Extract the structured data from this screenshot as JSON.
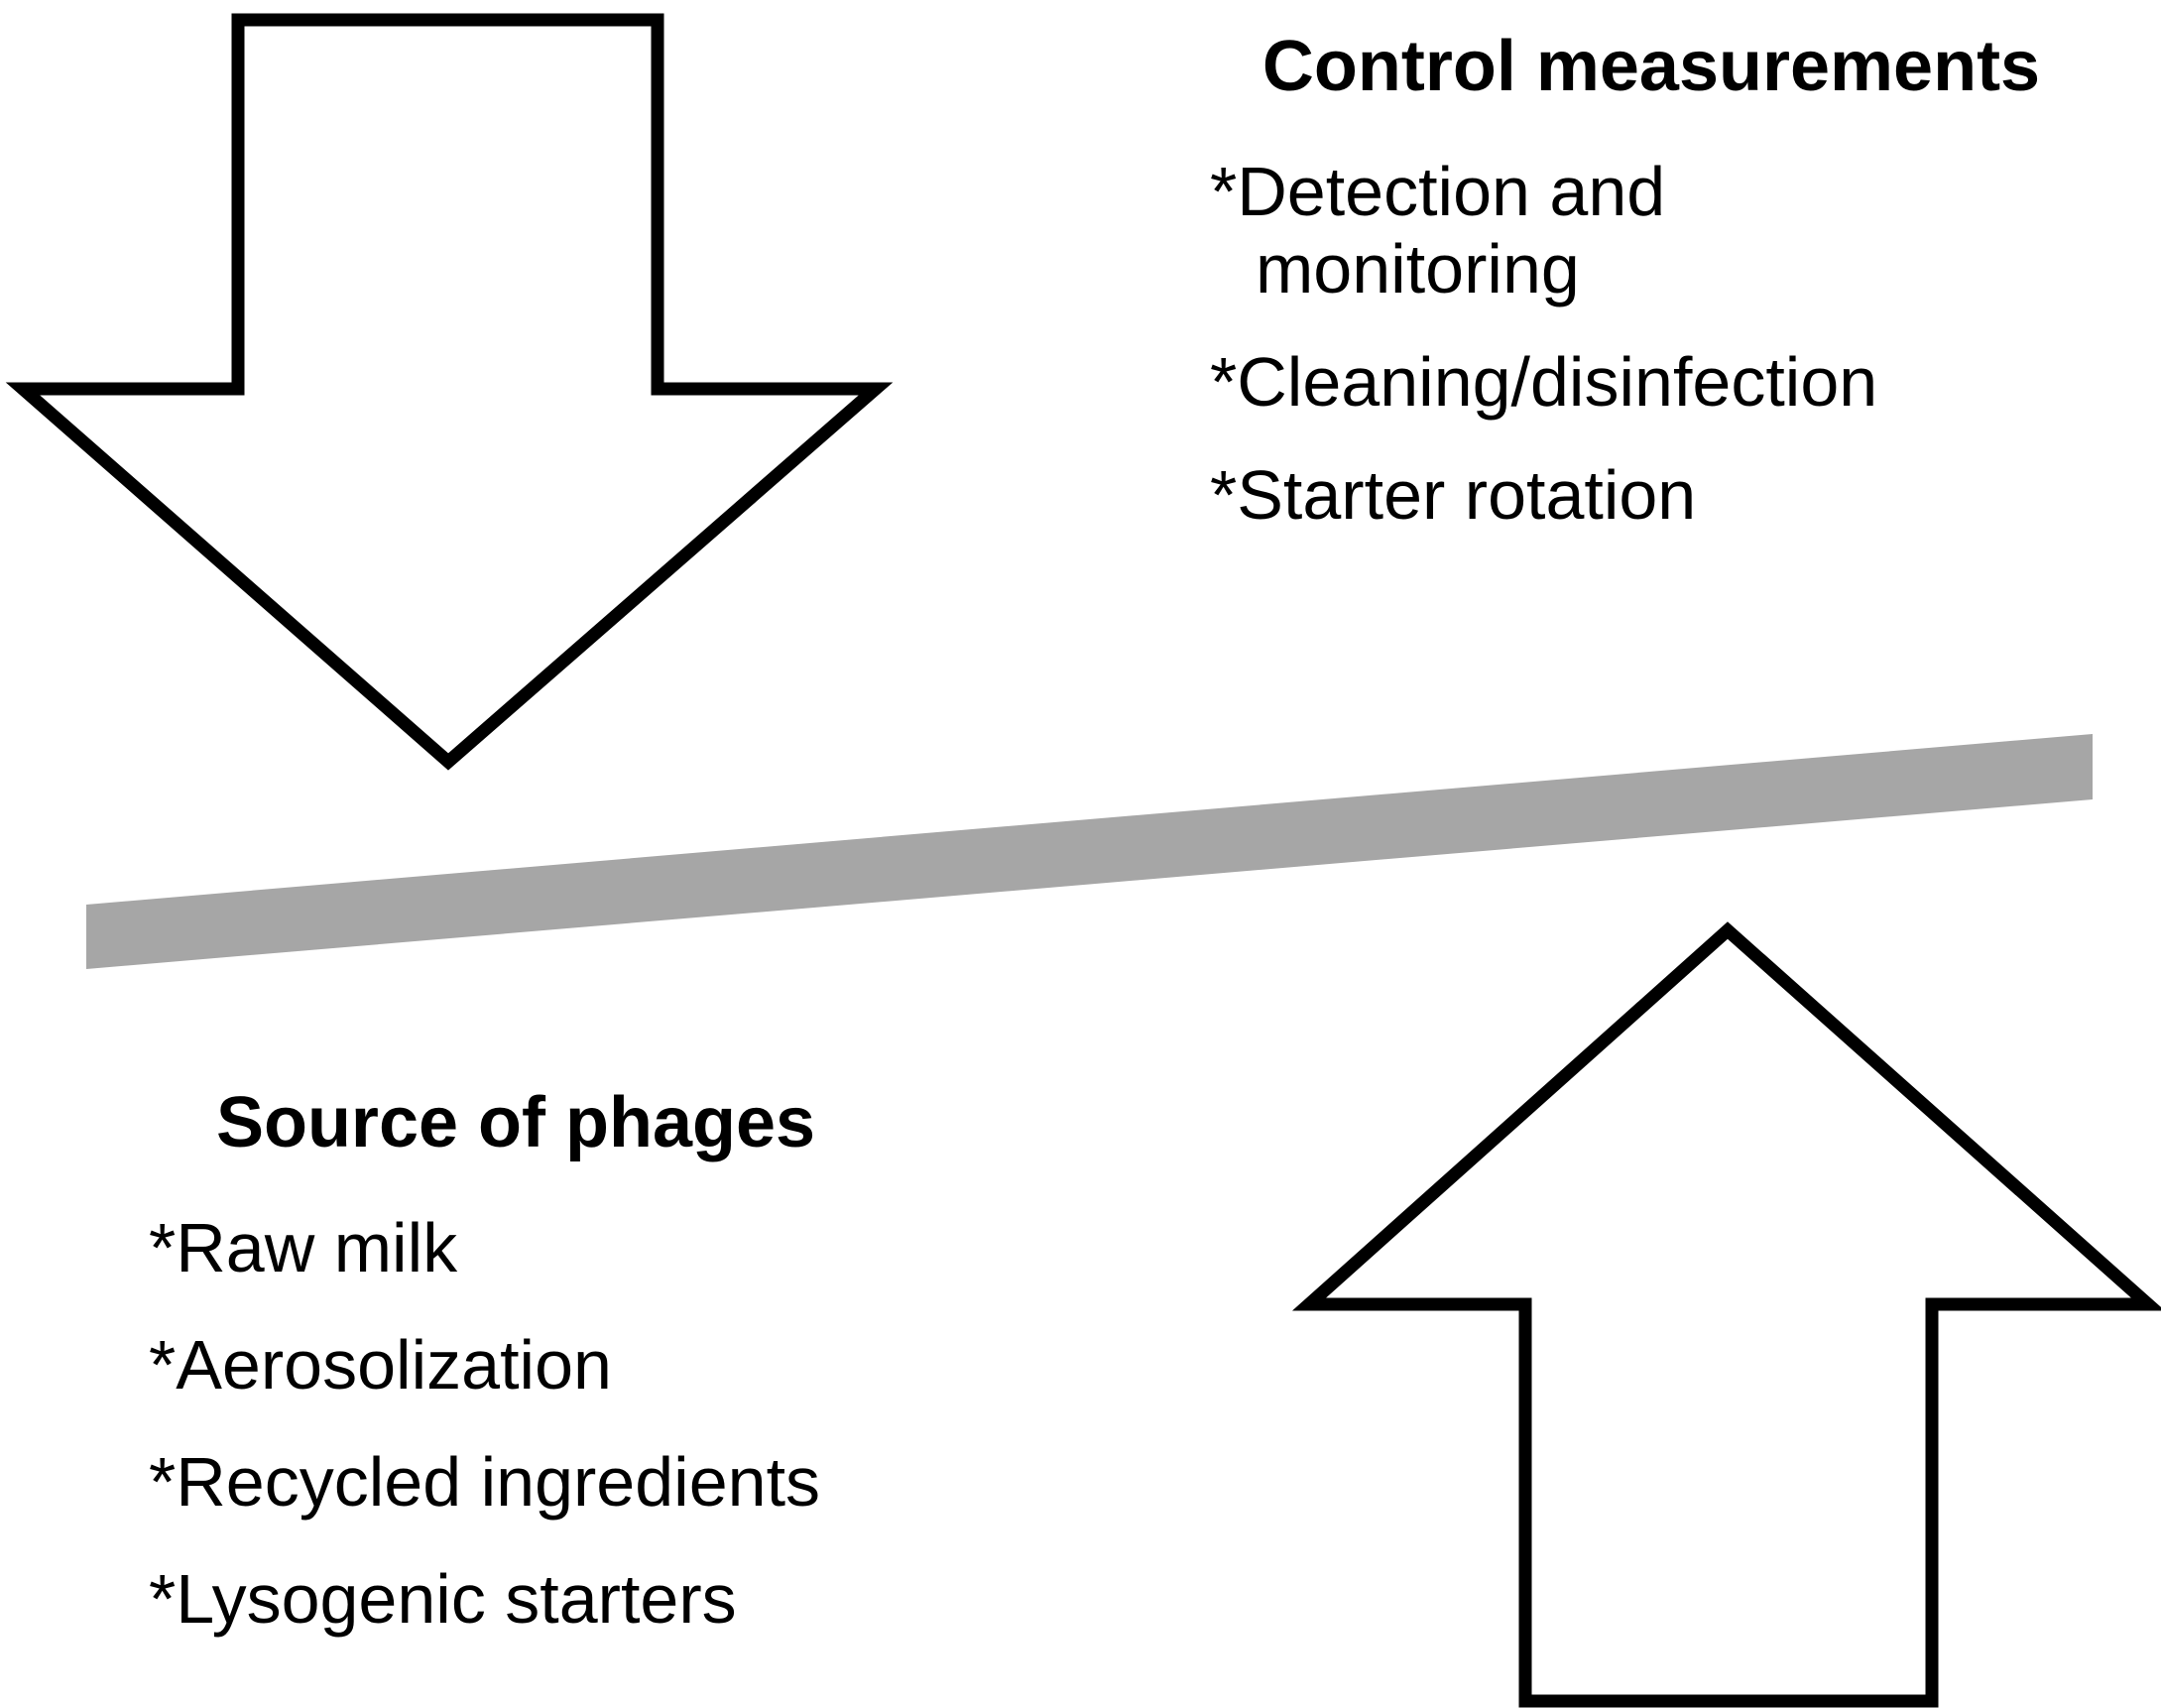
{
  "diagram": {
    "type": "balance-seesaw-diagram",
    "background_color": "#FFFFFF",
    "outline_color": "#000000",
    "beam_color": "#A6A6A6",
    "control_panel": {
      "heading": "Control measurements",
      "bullets": [
        {
          "text": "*Detection and",
          "continuation": "monitoring"
        },
        {
          "text": "*Cleaning/disinfection",
          "continuation": ""
        },
        {
          "text": "*Starter rotation",
          "continuation": ""
        }
      ]
    },
    "source_panel": {
      "heading": "Source of phages",
      "bullets": [
        {
          "text": "*Raw milk"
        },
        {
          "text": "*Aerosolization"
        },
        {
          "text": "*Recycled ingredients"
        },
        {
          "text": "*Lysogenic starters"
        }
      ]
    },
    "shapes": {
      "down_arrow_label": "down-arrow",
      "up_arrow_label": "up-arrow",
      "beam_label": "tilted-balance-beam"
    }
  }
}
